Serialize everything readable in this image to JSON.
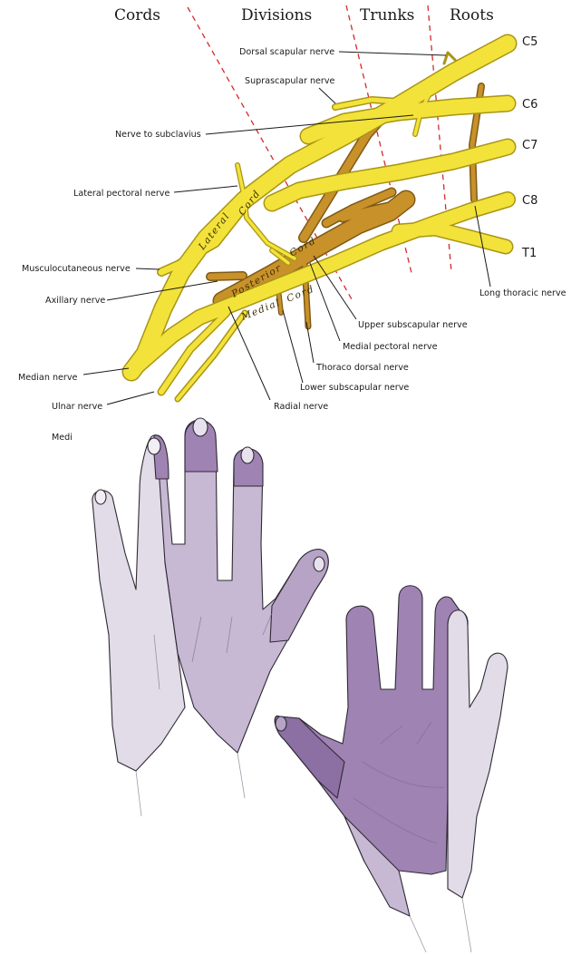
{
  "headers": {
    "cords": "Cords",
    "divisions": "Divisions",
    "trunks": "Trunks",
    "roots": "Roots"
  },
  "roots": {
    "c5": "C5",
    "c6": "C6",
    "c7": "C7",
    "c8": "C8",
    "t1": "T1"
  },
  "cord_labels": {
    "lateral": "Lateral",
    "lateral_cord": "Cord",
    "posterior": "Posterior",
    "posterior_cord": "Cord",
    "medial": "Medial",
    "medial_cord": "Cord"
  },
  "labels": {
    "dorsal_scapular": "Dorsal scapular nerve",
    "suprascapular": "Suprascapular nerve",
    "subclavius": "Nerve to subclavius",
    "lateral_pectoral": "Lateral pectoral nerve",
    "musculocutaneous": "Musculocutaneous nerve",
    "axillary": "Axillary nerve",
    "long_thoracic": "Long thoracic nerve",
    "upper_subscapular": "Upper subscapular nerve",
    "medial_pectoral": "Medial pectoral nerve",
    "thoracodorsal": "Thoraco dorsal nerve",
    "lower_subscapular": "Lower subscapular nerve",
    "median": "Median nerve",
    "ulnar": "Ulnar nerve",
    "radial": "Radial nerve",
    "medial_cut": "Medi"
  },
  "colors": {
    "nerve_yellow": "#f2e23a",
    "nerve_brown": "#c8912a",
    "division_line": "#d42a2a",
    "skin_light": "#e2dbe8",
    "skin_mid": "#c7b8d4",
    "skin_dark": "#9f83b3"
  }
}
